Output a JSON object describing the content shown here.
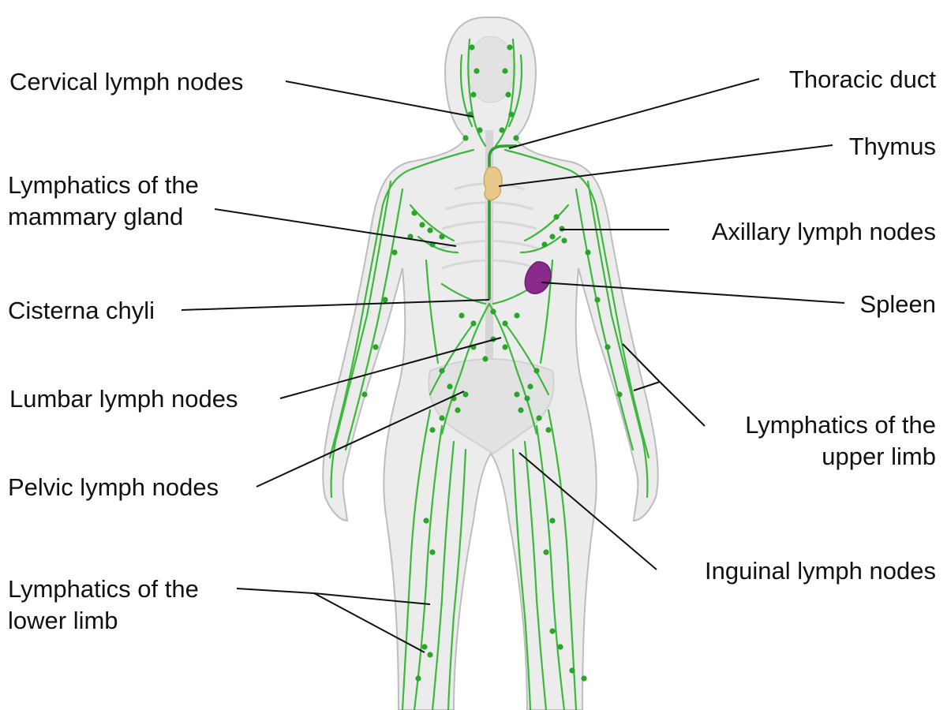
{
  "labels": {
    "cervical": "Cervical lymph nodes",
    "mammary_1": "Lymphatics of the",
    "mammary_2": "mammary gland",
    "cisterna": "Cisterna chyli",
    "lumbar": "Lumbar lymph nodes",
    "pelvic": "Pelvic lymph nodes",
    "lower_limb_1": "Lymphatics of the",
    "lower_limb_2": "lower limb",
    "thoracic": "Thoracic duct",
    "thymus": "Thymus",
    "axillary": "Axillary lymph nodes",
    "spleen": "Spleen",
    "upper_limb_1": "Lymphatics of the",
    "upper_limb_2": "upper limb",
    "inguinal": "Inguinal lymph nodes"
  },
  "colors": {
    "lymph": "#3cb83c",
    "node": "#2aa52a",
    "body_fill": "#ececec",
    "body_outline": "#bdbdbd",
    "skeleton": "#d6d6d6",
    "thymus": "#e8c98a",
    "spleen": "#8a2a8a",
    "leader": "#111111"
  }
}
